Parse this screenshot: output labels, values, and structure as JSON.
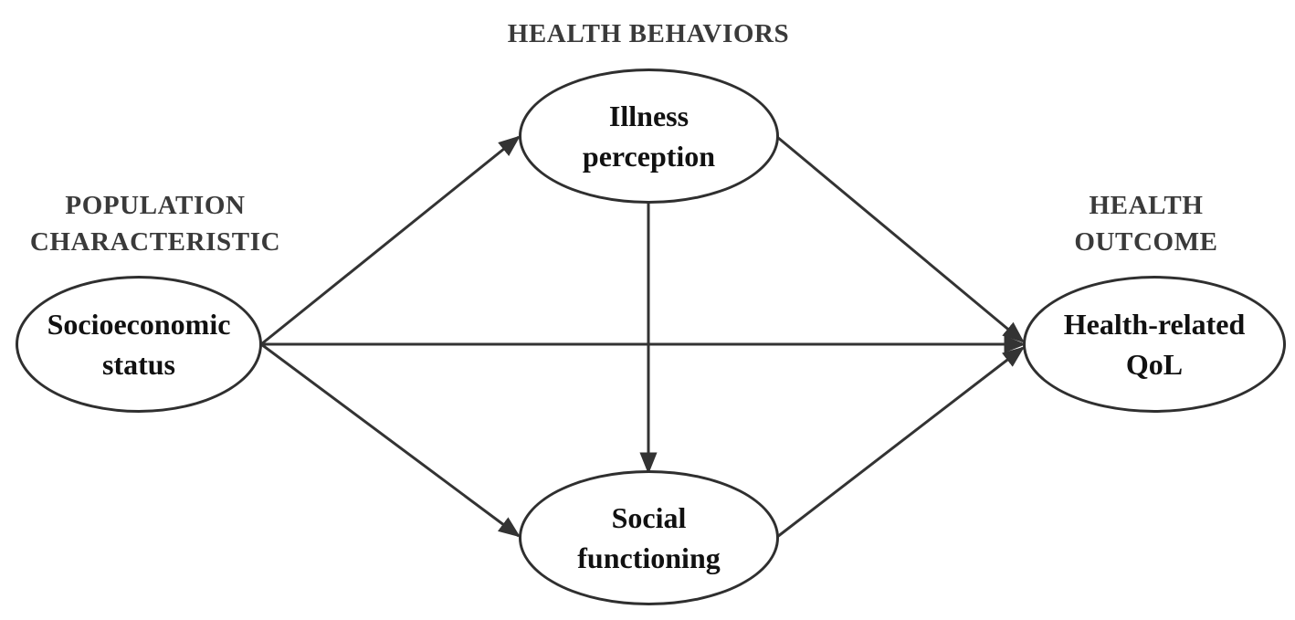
{
  "diagram": {
    "groups": {
      "health_behaviors": "HEALTH BEHAVIORS",
      "population_characteristic": [
        "POPULATION",
        "CHARACTERISTIC"
      ],
      "health_outcome": [
        "HEALTH",
        "OUTCOME"
      ]
    },
    "nodes": {
      "socioeconomic_status": [
        "Socioeconomic",
        "status"
      ],
      "illness_perception": [
        "Illness",
        "perception"
      ],
      "social_functioning": [
        "Social",
        "functioning"
      ],
      "health_related_qol": [
        "Health-related",
        "QoL"
      ]
    },
    "edges": [
      {
        "from": "Socioeconomic status",
        "to": "Illness perception"
      },
      {
        "from": "Socioeconomic status",
        "to": "Social functioning"
      },
      {
        "from": "Socioeconomic status",
        "to": "Health-related QoL"
      },
      {
        "from": "Illness perception",
        "to": "Social functioning"
      },
      {
        "from": "Illness perception",
        "to": "Health-related QoL"
      },
      {
        "from": "Social functioning",
        "to": "Health-related QoL"
      }
    ],
    "colors": {
      "line": "#333333",
      "label": "#3a3a3a",
      "text": "#111111"
    }
  }
}
